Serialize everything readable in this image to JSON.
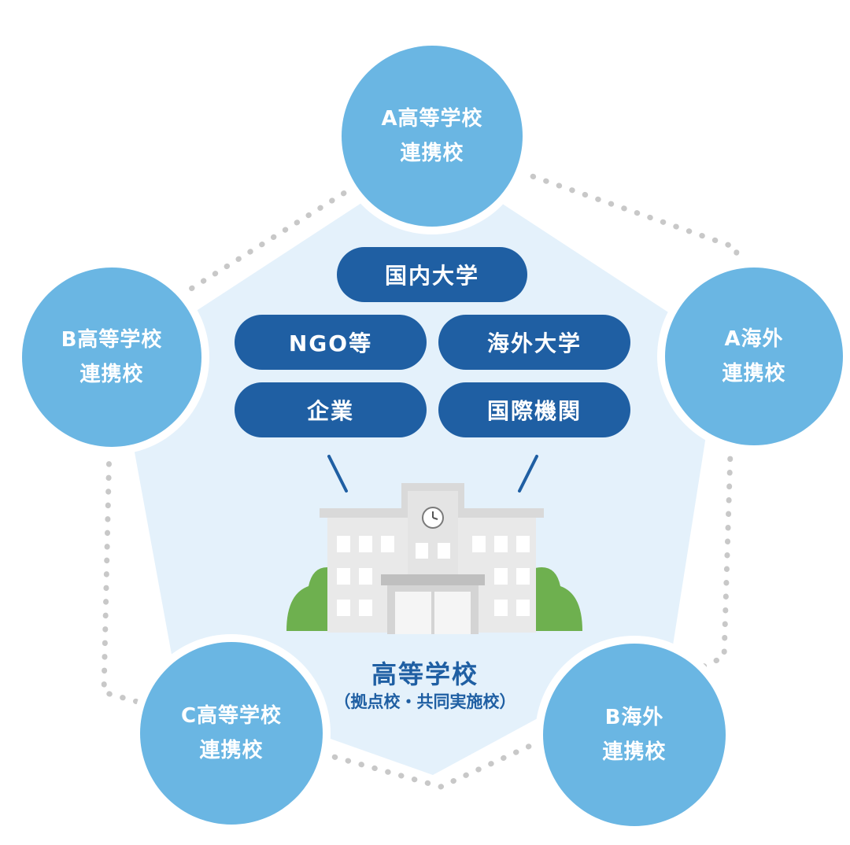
{
  "partners": [
    {
      "line1": "A高等学校",
      "line2": "連携校"
    },
    {
      "line1": "A海外",
      "line2": "連携校"
    },
    {
      "line1": "B海外",
      "line2": "連携校"
    },
    {
      "line1": "C高等学校",
      "line2": "連携校"
    },
    {
      "line1": "B高等学校",
      "line2": "連携校"
    }
  ],
  "organizations": {
    "top": "国内大学",
    "mid_left": "NGO等",
    "mid_right": "海外大学",
    "low_left": "企業",
    "low_right": "国際機関"
  },
  "center": {
    "title": "高等学校",
    "subtitle": "（拠点校・共同実施校）"
  },
  "colors": {
    "partner_circle": "#6ab6e3",
    "pill": "#1f5fa3",
    "pentagon_fill": "#e4f1fb",
    "dots": "#c8c8c8",
    "caption_text": "#1f5fa3"
  }
}
